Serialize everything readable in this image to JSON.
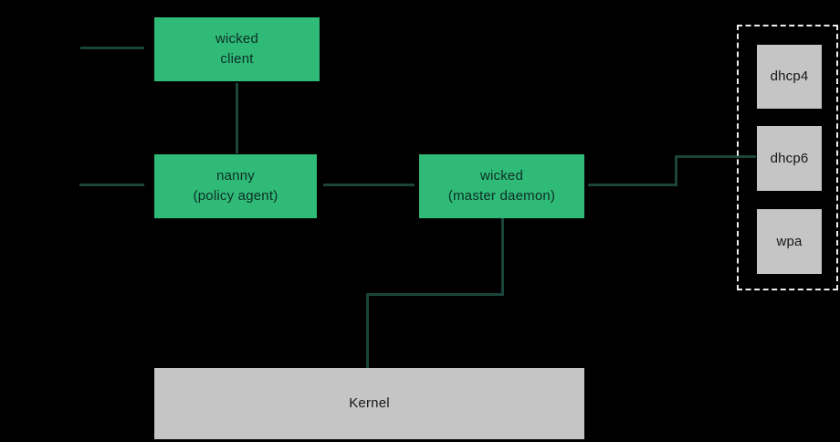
{
  "colors": {
    "background": "#000000",
    "node_green": "#30ba78",
    "node_gray": "#c5c5c6",
    "connector": "#1b453b",
    "dashed_border": "#ededed",
    "green_node_text": "#0c2e25",
    "gray_node_text": "#161616"
  },
  "nodes": {
    "wicked_client": {
      "line1": "wicked",
      "line2": "client"
    },
    "nanny": {
      "line1": "nanny",
      "line2": "(policy agent)"
    },
    "wicked_master": {
      "line1": "wicked",
      "line2": "(master daemon)"
    },
    "dhcp4": {
      "label": "dhcp4"
    },
    "dhcp6": {
      "label": "dhcp6"
    },
    "wpa": {
      "label": "wpa"
    },
    "kernel": {
      "label": "Kernel"
    }
  }
}
